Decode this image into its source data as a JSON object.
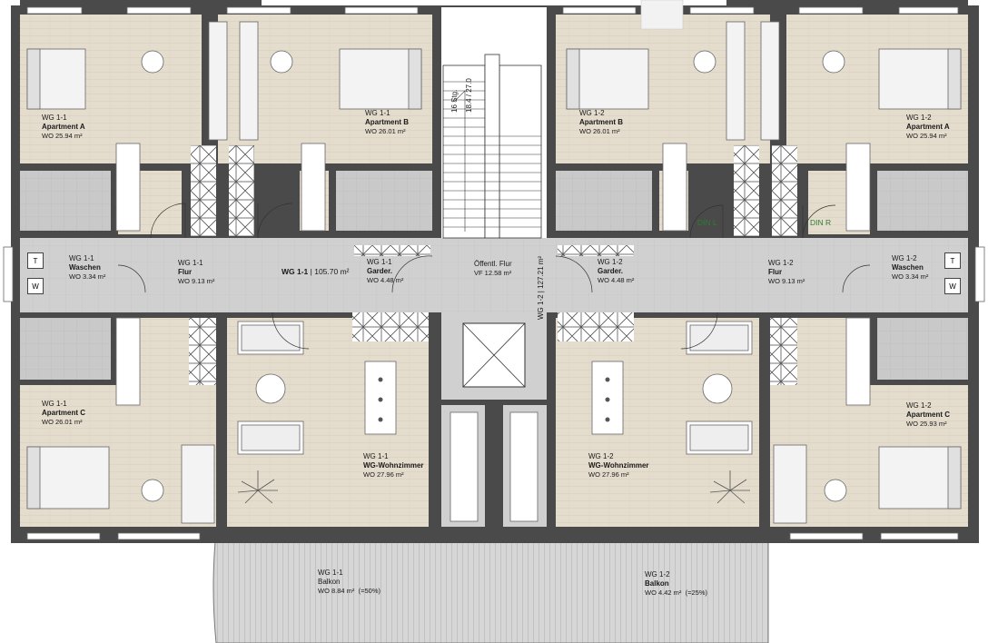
{
  "rooms": [
    {
      "id": "r1",
      "unit": "WG 1-1",
      "name": "Apartment A",
      "area": "WO 25.94 m²"
    },
    {
      "id": "r2",
      "unit": "WG 1-1",
      "name": "Apartment B",
      "area": "WO 26.01 m²"
    },
    {
      "id": "r3",
      "unit": "WG 1-2",
      "name": "Apartment B",
      "area": "WO 26.01 m²"
    },
    {
      "id": "r4",
      "unit": "WG 1-2",
      "name": "Apartment A",
      "area": "WO 25.94 m²"
    },
    {
      "id": "r5",
      "unit": "WG 1-1",
      "name": "Waschen",
      "area": "WO 3.34 m²"
    },
    {
      "id": "r6",
      "unit": "WG 1-1",
      "name": "Flur",
      "area": "WO 9.13 m²"
    },
    {
      "id": "r7",
      "unit": "WG 1-1",
      "name": "Garder.",
      "area": "WO 4.48 m²"
    },
    {
      "id": "r8",
      "unit": "",
      "name": "Öffentl. Flur",
      "area": "VF  12.58 m²"
    },
    {
      "id": "r9",
      "unit": "WG 1-2",
      "name": "Garder.",
      "area": "WO 4.48 m²"
    },
    {
      "id": "r10",
      "unit": "WG 1-2",
      "name": "Flur",
      "area": "WO 9.13 m²"
    },
    {
      "id": "r11",
      "unit": "WG 1-2",
      "name": "Waschen",
      "area": "WO 3.34 m²"
    },
    {
      "id": "r12",
      "unit": "WG 1-1",
      "name": "Apartment C",
      "area": "WO 26.01 m²"
    },
    {
      "id": "r13",
      "unit": "WG 1-1",
      "name": "WG-Wohnzimmer",
      "area": "WO 27.96 m²"
    },
    {
      "id": "r14",
      "unit": "WG 1-2",
      "name": "WG-Wohnzimmer",
      "area": "WO 27.96 m²"
    },
    {
      "id": "r15",
      "unit": "WG 1-2",
      "name": "Apartment C",
      "area": "WO 25.93 m²"
    },
    {
      "id": "r16",
      "unit": "WG 1-1",
      "name": "Balkon",
      "area": "WO  8.84 m²",
      "note": "(=50%)"
    },
    {
      "id": "r17",
      "unit": "WG 1-2",
      "name": "Balkon",
      "area": "WO  4.42 m²",
      "note": "(=25%)"
    }
  ],
  "totals": {
    "wg11_name": "WG 1-1",
    "wg11_area": "| 105.70 m²",
    "wg12_label": "WG 1-2 | 127.21 m²"
  },
  "stairs": {
    "steps": "16 Stg.",
    "ratio": "18.4 / 27.0"
  },
  "doors": {
    "left": "DIN L",
    "right": "DIN R"
  },
  "washer": {
    "t": "T",
    "w": "W"
  },
  "colors": {
    "wall": "#4a4a4a",
    "floor": "#e3dccf",
    "tile": "#c7c7c7",
    "corridor": "#cfcfcf",
    "balcony": "#d4d4d4"
  }
}
